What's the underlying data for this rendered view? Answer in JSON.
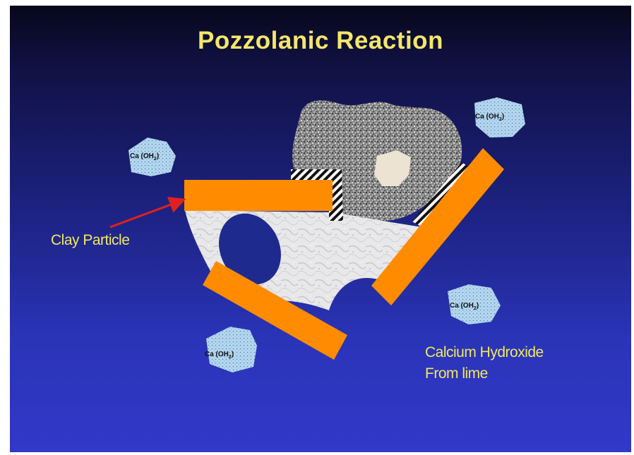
{
  "title": "Pozzolanic Reaction",
  "labels": {
    "clay_particle": "Clay Particle",
    "calcium_line1": "Calcium Hydroxide",
    "calcium_line2": "From lime"
  },
  "molecule": {
    "prefix": "Ca (OH",
    "subscript": "2",
    "suffix": ")"
  },
  "colors": {
    "title": "#f3e66a",
    "label": "#f0e860",
    "clay_particle": "#ff8c00",
    "arrow": "#e02020",
    "background_top": "#07071a",
    "background_bottom": "#3238c8"
  }
}
